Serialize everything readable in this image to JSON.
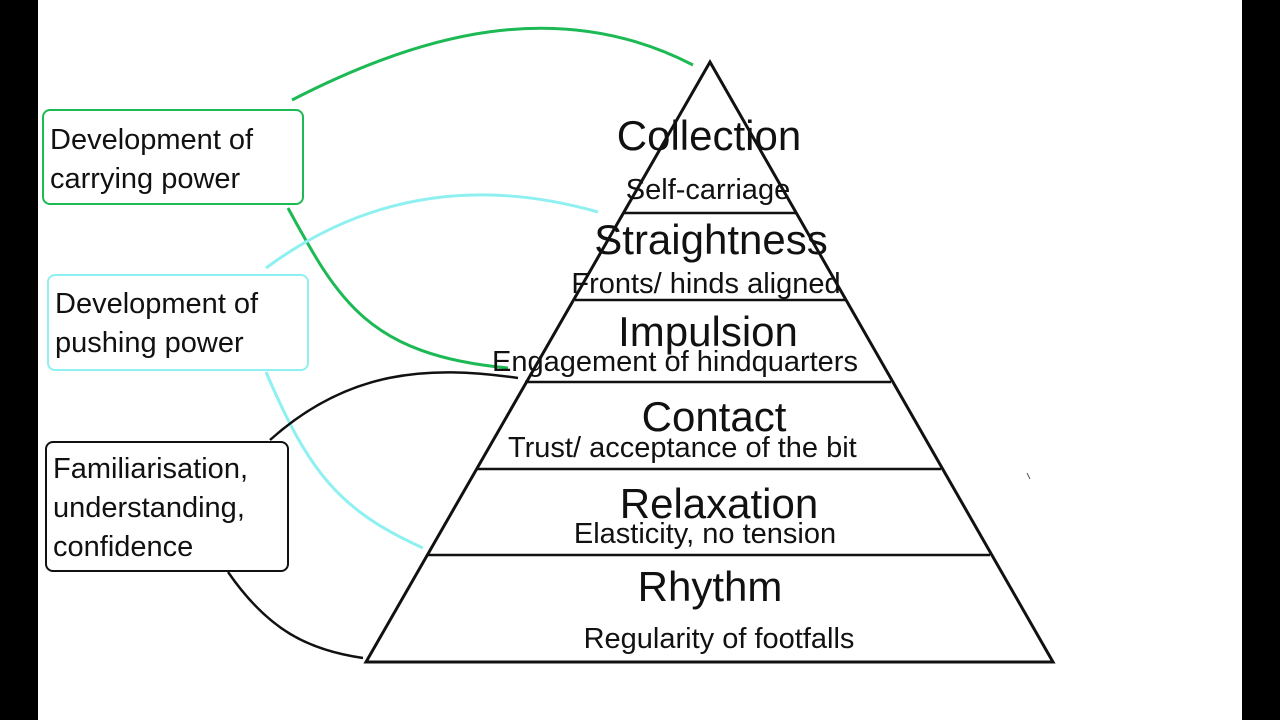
{
  "colors": {
    "green": "#1db954",
    "cyan": "#8ef0f0",
    "black": "#111111",
    "background": "#ffffff",
    "frame": "#000000"
  },
  "pyramid": {
    "levels": [
      {
        "name": "Collection",
        "description": "Self-carriage"
      },
      {
        "name": "Straightness",
        "description": "Fronts/ hinds aligned"
      },
      {
        "name": "Impulsion",
        "description": "Engagement of hindquarters"
      },
      {
        "name": "Contact",
        "description": "Trust/ acceptance of the bit"
      },
      {
        "name": "Relaxation",
        "description": "Elasticity, no tension"
      },
      {
        "name": "Rhythm",
        "description": "Regularity of footfalls"
      }
    ]
  },
  "boxes": {
    "carrying": {
      "text": "Development of\ncarrying power",
      "color": "green"
    },
    "pushing": {
      "text": "Development of\npushing power",
      "color": "cyan"
    },
    "familiarisation": {
      "text": "Familiarisation,\nunderstanding,\nconfidence",
      "color": "black"
    }
  }
}
